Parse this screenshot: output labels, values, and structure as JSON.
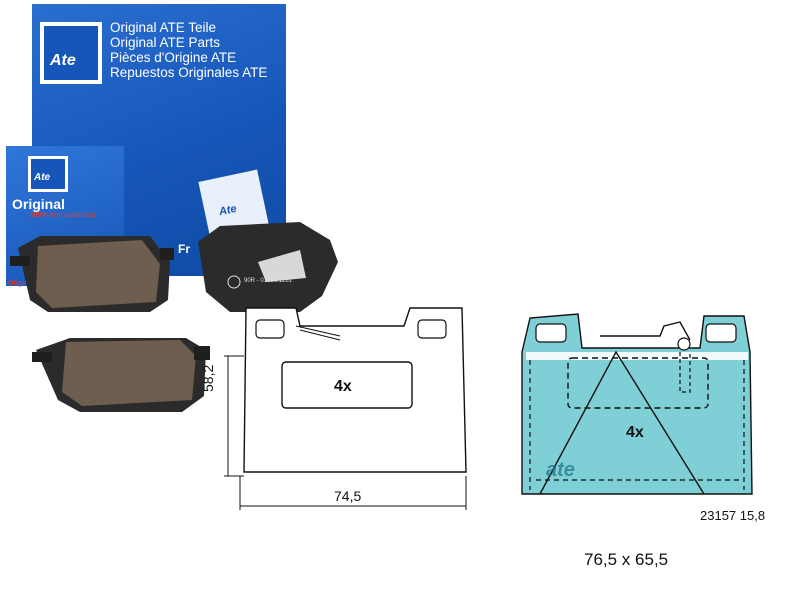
{
  "box_text": {
    "line1": "Original ATE Teile",
    "line2": "Original ATE Parts",
    "line3": "Pièces d'Origine ATE",
    "line4": "Repuestos Originales ATE"
  },
  "small_box": {
    "label": "Original",
    "sub": "100% non asbestos",
    "red_text": "Original"
  },
  "pad_stamp": "90R - 01356/1281",
  "front_label": "Fr",
  "brand": "Ate",
  "drawing_left": {
    "qty": "4x",
    "width_dim": "74,5",
    "height_dim": "58,2"
  },
  "drawing_right": {
    "qty": "4x",
    "part_number": "23157",
    "thickness": "15,8",
    "size": "76,5 x 65,5"
  },
  "colors": {
    "box_blue": "#1656b8",
    "pad_friction": "#6e5e4f",
    "pad_backplate": "#2b2b2b",
    "pad_fill": "#7fd0d6"
  }
}
